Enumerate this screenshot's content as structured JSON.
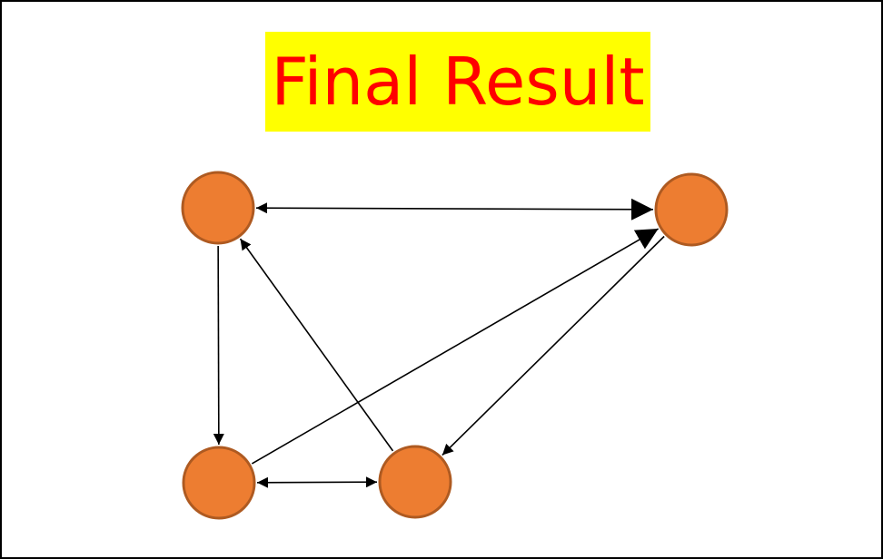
{
  "title": "Final Result",
  "colors": {
    "title_background": "#ffff00",
    "title_text": "#ff0000",
    "node_fill": "#ed7d31",
    "node_stroke": "#ae5a21",
    "edge": "#000000",
    "frame": "#000000"
  },
  "graph": {
    "nodes": [
      {
        "id": "top-left"
      },
      {
        "id": "top-right"
      },
      {
        "id": "bottom-left"
      },
      {
        "id": "bottom-middle"
      }
    ],
    "edges": [
      {
        "from": "top-left",
        "to": "top-right",
        "bidirectional": true
      },
      {
        "from": "top-left",
        "to": "bottom-left",
        "bidirectional": false
      },
      {
        "from": "bottom-left",
        "to": "top-right",
        "bidirectional": false
      },
      {
        "from": "bottom-middle",
        "to": "top-left",
        "bidirectional": false
      },
      {
        "from": "top-right",
        "to": "bottom-middle",
        "bidirectional": false
      },
      {
        "from": "bottom-left",
        "to": "bottom-middle",
        "bidirectional": true
      }
    ]
  }
}
